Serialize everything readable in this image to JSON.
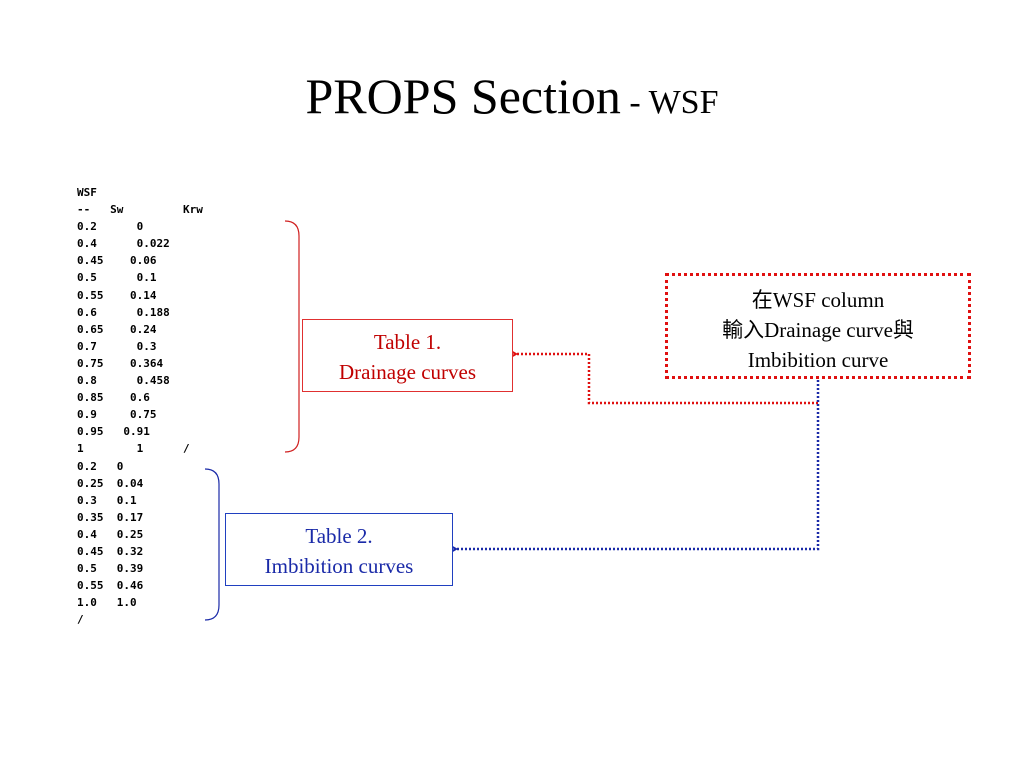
{
  "title": {
    "main": "PROPS Section",
    "sub": " - WSF"
  },
  "code_lines": [
    "WSF",
    "--   Sw         Krw",
    "0.2      0",
    "0.4      0.022",
    "0.45    0.06",
    "0.5      0.1",
    "0.55    0.14",
    "0.6      0.188",
    "0.65    0.24",
    "0.7      0.3",
    "0.75    0.364",
    "0.8      0.458",
    "0.85    0.6",
    "0.9     0.75",
    "0.95   0.91",
    "1        1      /",
    "0.2   0",
    "0.25  0.04",
    "0.3   0.1",
    "0.35  0.17",
    "0.4   0.25",
    "0.45  0.32",
    "0.5   0.39",
    "0.55  0.46",
    "1.0   1.0",
    "/"
  ],
  "table1": {
    "line1": "Table 1.",
    "line2": "Drainage curves"
  },
  "table2": {
    "line1": "Table 2.",
    "line2": "Imbibition curves"
  },
  "note": {
    "line1": "在WSF column",
    "line2": "輸入Drainage curve與",
    "line3": "Imbibition curve"
  },
  "colors": {
    "red": "#e01010",
    "blue": "#1a2aa8"
  }
}
